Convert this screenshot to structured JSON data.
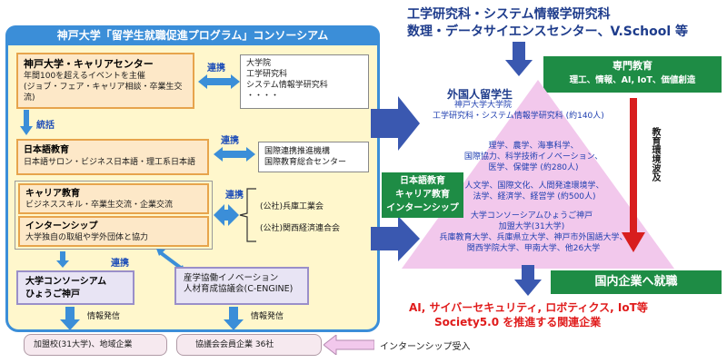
{
  "consortium": {
    "title": "神戸大学「留学生就職促進プログラム」コンソーシアム",
    "career_center": {
      "title": "神戸大学・キャリアセンター",
      "line1": "年間100を超えるイベントを主催",
      "line2": "(ジョブ・フェア・キャリア相談・卒業生交流)"
    },
    "renkei1": "連携",
    "grad_schools": [
      "大学院",
      "工学研究科",
      "システム情報学研究科",
      "・・・・"
    ],
    "toukatsu": "統括",
    "japanese_edu": {
      "title": "日本語教育",
      "line": "日本語サロン・ビジネス日本語・理工系日本語"
    },
    "renkei2": "連携",
    "intl_org": [
      "国際連携推進機構",
      "国際教育総合センター"
    ],
    "career_edu": {
      "title": "キャリア教育",
      "line": "ビジネススキル・卒業生交流・企業交流"
    },
    "internship": {
      "title": "インターンシップ",
      "line": "大学独自の取組や学外団体と協力"
    },
    "renkei3": "連携",
    "partners": [
      "(公社)兵庫工業会",
      "(公社)関西経済連合会"
    ],
    "univ_consortium": [
      "大学コンソーシアム",
      "ひょうご神戸"
    ],
    "renkei4": "連携",
    "cengine": [
      "産学協働イノベーション",
      "人材育成協議会(C-ENGINE)"
    ],
    "info1": "情報発信",
    "info2": "情報発信",
    "member_univ": "加盟校(31大学)、地域企業",
    "member_companies": "協議会会員企業 36社",
    "internship_accept": "インターンシップ受入"
  },
  "right": {
    "header1": "工学研究科・システム情報学研究科",
    "header2": "数理・データサイエンスセンター、V.School 等",
    "specialist": {
      "title": "専門教育",
      "line": "理工、情報、AI, IoT、価値創造"
    },
    "edu_env": "教育環境波及",
    "students_title": "外国人留学生",
    "tier1": [
      "神戸大学大学院",
      "工学研究科・システム情報学研究科 (約140人)"
    ],
    "tier2": [
      "理学、農学、海事科学、",
      "国際協力、科学技術イノベーション、",
      "医学、保健学 (約280人)"
    ],
    "tier3": [
      "人文学、国際文化、人間発達環境学、",
      "法学、経済学、経営学 (約500人)"
    ],
    "tier4": [
      "大学コンソーシアムひょうご神戸",
      "加盟大学(31大学)",
      "兵庫教育大学、兵庫県立大学、神戸市外国語大学、",
      "関西学院大学、甲南大学、他26大学"
    ],
    "green_mid": [
      "日本語教育",
      "キャリア教育",
      "インターンシップ"
    ],
    "domestic": "国内企業へ就職",
    "red1": "AI, サイバーセキュリティ, ロボティクス, IoT等",
    "red2": "Society5.0 を推進する関連企業"
  },
  "colors": {
    "frame_blue": "#3b8ed8",
    "orange": "#e7a44c",
    "green": "#1e8c45",
    "red": "#e01b1b",
    "pink": "#f2c8ec",
    "navy": "#1f3fb0"
  }
}
